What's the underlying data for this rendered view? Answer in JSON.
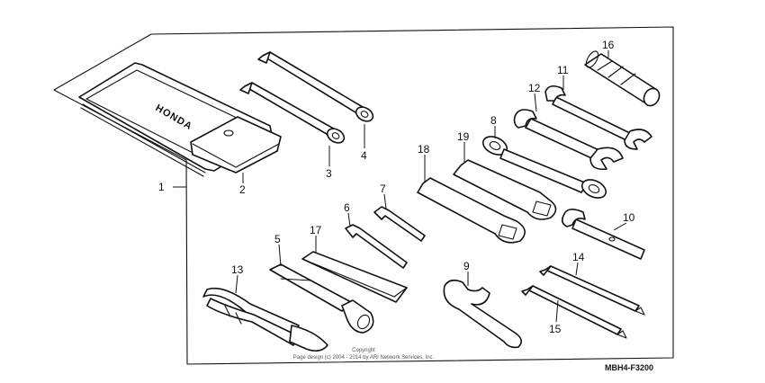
{
  "diagram": {
    "pouch_logo": "HONDA",
    "drawing_code": "MBH4-F3200",
    "copyright_line1": "Copyright",
    "copyright_line2": "Page design (c) 2004 - 2014 by ARI Network Services, Inc.",
    "callouts": [
      {
        "id": "1",
        "label": "1"
      },
      {
        "id": "2",
        "label": "2"
      },
      {
        "id": "3",
        "label": "3"
      },
      {
        "id": "4",
        "label": "4"
      },
      {
        "id": "5",
        "label": "5"
      },
      {
        "id": "6",
        "label": "6"
      },
      {
        "id": "7",
        "label": "7"
      },
      {
        "id": "8",
        "label": "8"
      },
      {
        "id": "9",
        "label": "9"
      },
      {
        "id": "10",
        "label": "10"
      },
      {
        "id": "11",
        "label": "11"
      },
      {
        "id": "12",
        "label": "12"
      },
      {
        "id": "13",
        "label": "13"
      },
      {
        "id": "14",
        "label": "14"
      },
      {
        "id": "15",
        "label": "15"
      },
      {
        "id": "16",
        "label": "16"
      },
      {
        "id": "17",
        "label": "17"
      },
      {
        "id": "18",
        "label": "18"
      },
      {
        "id": "19",
        "label": "19"
      }
    ]
  }
}
